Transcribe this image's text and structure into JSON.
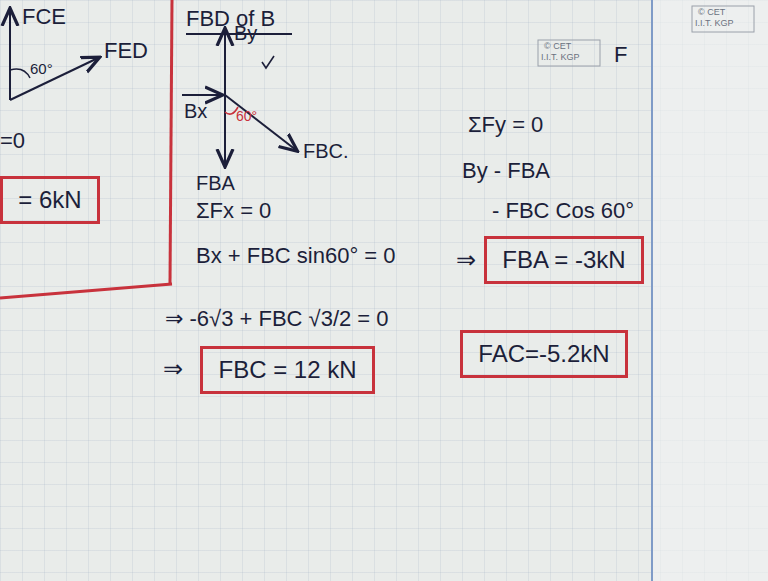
{
  "diagram": {
    "nodes": [
      {
        "text": [
          "= 6kN"
        ]
      },
      {
        "text": [
          "FBC = 12 kN"
        ]
      },
      {
        "text": [
          "FBA = -3kN"
        ]
      },
      {
        "text": [
          "FAC=-5.2kN"
        ]
      }
    ],
    "labels": [
      "FCE",
      "60°",
      "FED",
      "=0",
      "FBD of B",
      "By",
      "Bx",
      "60°",
      "FBA",
      "FBC.",
      "© CET",
      "I.I.T. KGP",
      "© CET",
      "I.I.T. KGP",
      "ΣFy = 0",
      "F",
      "By - FBA",
      "- FBC Cos 60°",
      "⇒",
      "ΣFx = 0",
      "Bx + FBC sin60° = 0",
      "⇒ -6√3 + FBC √3/2 = 0",
      "⇒"
    ]
  }
}
